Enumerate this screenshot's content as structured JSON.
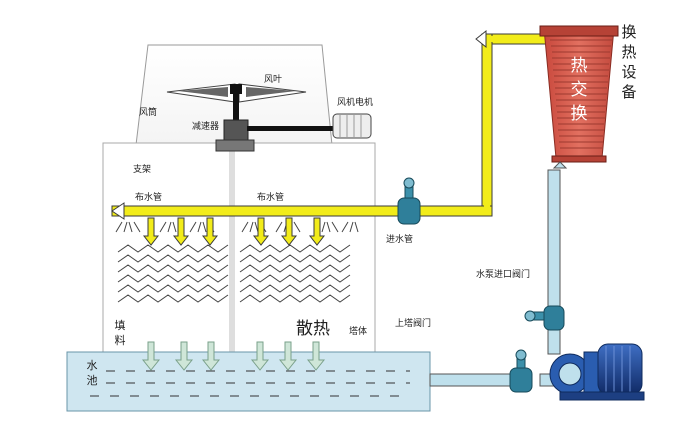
{
  "labels": {
    "fan_tube": "风筒",
    "fan_blade": "风叶",
    "fan_motor": "风机电机",
    "reducer": "减速器",
    "support": "支架",
    "distribution_pipe_left": "布水管",
    "distribution_pipe_right": "布水管",
    "inlet_pipe": "进水管",
    "pump_inlet_valve": "水泵进口阀门",
    "tower_valve": "上塔阀门",
    "fill": "填料",
    "heat_dissipation": "散热",
    "tower_body": "塔体",
    "water_pool": "水池",
    "heat_exchange_on_unit": "热交换",
    "heat_exchange_equipment": "换热设备"
  },
  "colors": {
    "hot_pipe": "#f2ec1a",
    "pipe_outline": "#3a3a3a",
    "cold_pipe": "#bfe0ec",
    "water": "#cfe6f0",
    "motor": "#1f4fa0",
    "heat_exchanger": "#d8584a",
    "valve": "#2f7f9a",
    "flow_arrow": "#cfe6d8"
  }
}
